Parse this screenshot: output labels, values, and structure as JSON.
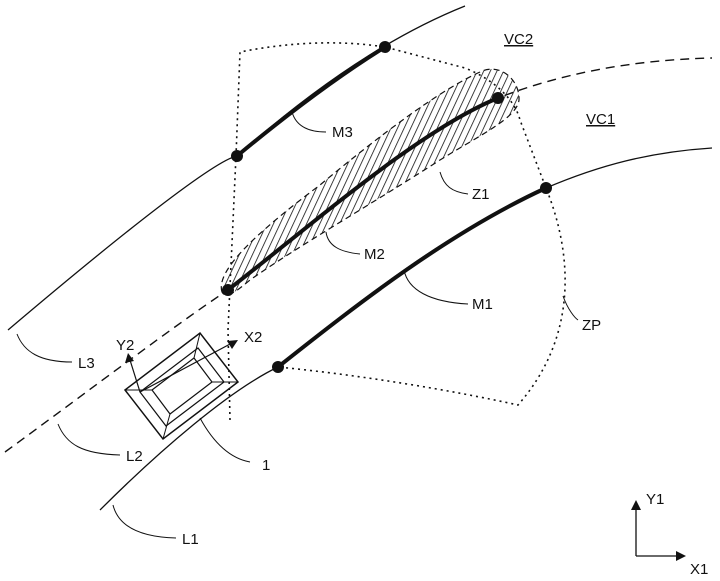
{
  "labels": {
    "vc2": "VC2",
    "vc1": "VC1",
    "m3": "M3",
    "z1": "Z1",
    "m2": "M2",
    "m1": "M1",
    "zp": "ZP",
    "x2": "X2",
    "y2": "Y2",
    "l3": "L3",
    "l2": "L2",
    "one": "1",
    "l1": "L1",
    "y1": "Y1",
    "x1": "X1"
  },
  "colors": {
    "ink": "#111111",
    "background": "#ffffff"
  }
}
